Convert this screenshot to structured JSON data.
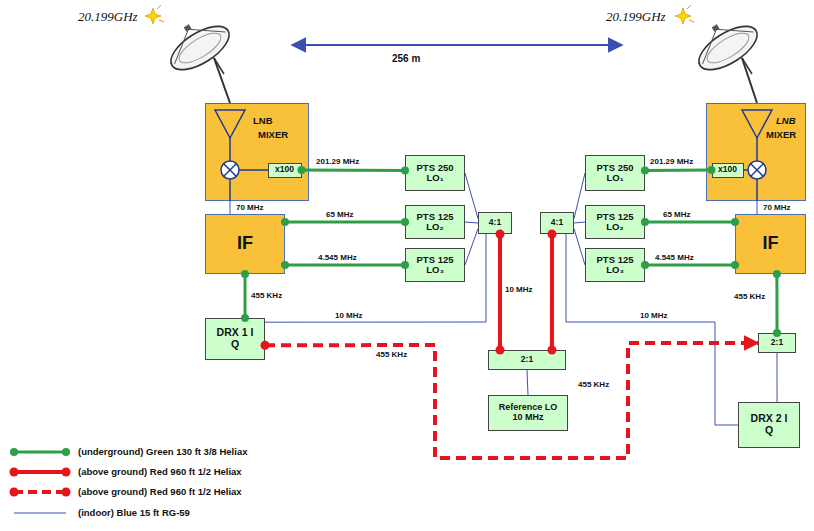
{
  "diagram": {
    "nodes": [
      {
        "text": [
          "LNB",
          "MIXER"
        ]
      },
      {
        "text": [
          "x100"
        ],
        "in": 0
      },
      {
        "text": [
          "PTS 250 LO₁"
        ]
      },
      {
        "text": [
          "PTS 125 LO₂"
        ]
      },
      {
        "text": [
          "PTS 125 LO₃"
        ]
      },
      {
        "text": [
          "4:1"
        ]
      },
      {
        "text": [
          "4:1"
        ]
      },
      {
        "text": [
          "PTS 250 LO₁"
        ]
      },
      {
        "text": [
          "LNB",
          "MIXER"
        ]
      },
      {
        "text": [
          "x100"
        ],
        "in": 8
      },
      {
        "text": [
          "IF"
        ]
      },
      {
        "text": [
          "PTS 125 LO₂"
        ]
      },
      {
        "text": [
          "IF"
        ]
      },
      {
        "text": [
          "PTS 125 LO₃"
        ]
      },
      {
        "text": [
          "DRX 1 I Q"
        ]
      },
      {
        "text": [
          "2:1"
        ]
      },
      {
        "text": [
          "2:1"
        ]
      },
      {
        "text": [
          "DRX 2 I Q"
        ]
      },
      {
        "text": [
          "Reference LO 10 MHz"
        ]
      }
    ],
    "edges": [
      {
        "from": 1,
        "to": 2,
        "arrow": "none",
        "label": "201.29 MHz"
      },
      {
        "from": 0,
        "to": 10,
        "arrow": "none",
        "label": "70 MHz"
      },
      {
        "from": 3,
        "to": 10,
        "arrow": "none",
        "label": "65 MHz"
      },
      {
        "from": 4,
        "to": 10,
        "arrow": "none",
        "label": "4.545 MHz"
      },
      {
        "from": 10,
        "to": 14,
        "arrow": "none",
        "label": "455 KHz"
      },
      {
        "from": 2,
        "to": 5,
        "arrow": "none"
      },
      {
        "from": 3,
        "to": 5,
        "arrow": "none"
      },
      {
        "from": 4,
        "to": 5,
        "arrow": "none"
      },
      {
        "from": 14,
        "to": 5,
        "arrow": "none",
        "label": "10 MHz"
      },
      {
        "from": 5,
        "to": 16,
        "arrow": "none",
        "label": "10 MHz"
      },
      {
        "from": 6,
        "to": 16,
        "arrow": "none"
      },
      {
        "from": 16,
        "to": 18,
        "arrow": "none"
      },
      {
        "from": 14,
        "to": 15,
        "arrow": "to",
        "label": "455 KHz"
      },
      {
        "from": 9,
        "to": 7,
        "arrow": "none",
        "label": "201.29 MHz"
      },
      {
        "from": 8,
        "to": 12,
        "arrow": "none",
        "label": "70 MHz"
      },
      {
        "from": 11,
        "to": 12,
        "arrow": "none",
        "label": "65 MHz"
      },
      {
        "from": 13,
        "to": 12,
        "arrow": "none",
        "label": "4.545 MHz"
      },
      {
        "from": 12,
        "to": 15,
        "arrow": "none",
        "label": "455 KHz"
      },
      {
        "from": 15,
        "to": 17,
        "arrow": "none"
      },
      {
        "from": 6,
        "to": 7,
        "arrow": "none"
      },
      {
        "from": 6,
        "to": 11,
        "arrow": "none"
      },
      {
        "from": 6,
        "to": 13,
        "arrow": "none"
      },
      {
        "from": 6,
        "to": 17,
        "arrow": "none",
        "label": "10 MHz"
      }
    ],
    "labels": [
      "20.199GHz",
      "20.199GHz",
      "256 m",
      "455 KHz"
    ],
    "legend": [
      {
        "text": "(underground) Green 130 ft 3/8 Heliax"
      },
      {
        "text": "(above ground) Red 960 ft 1/2 Heliax"
      },
      {
        "text": "(above ground) Red 960 ft 1/2 Heliax"
      },
      {
        "text": "(indoor) Blue 15 ft RG-59"
      }
    ]
  }
}
